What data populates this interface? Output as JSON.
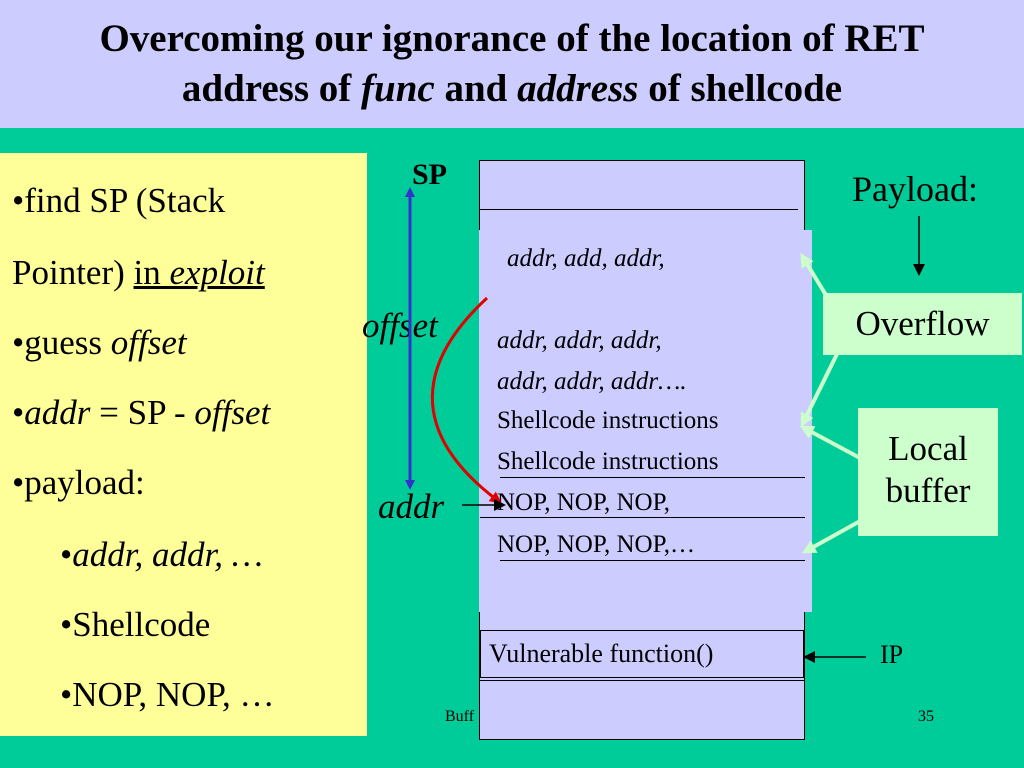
{
  "title": {
    "line1": "Overcoming our ignorance of the location of RET",
    "line2_a": "address of ",
    "line2_func": "func",
    "line2_b": " and ",
    "line2_address": "address",
    "line2_c": " of shellcode"
  },
  "bullets": {
    "b1_a": "•find SP (Stack",
    "b1_b": "Pointer) ",
    "b1_in": "in ",
    "b1_exploit": "exploit",
    "b2_a": "•guess ",
    "b2_offset": "offset",
    "b3_bullet": "•",
    "b3_addr": "addr",
    "b3_mid": " = SP - ",
    "b3_offset": "offset",
    "b4": "•payload:",
    "sub1_bullet": "•",
    "sub1_text": "addr, addr, …",
    "sub2": "•Shellcode",
    "sub3": "•NOP, NOP, …"
  },
  "diagram": {
    "sp_label": "SP",
    "offset_label": "offset",
    "addr_label": "addr",
    "payload_lines": [
      "addr, add, addr,",
      "addr, addr, addr,",
      "addr, addr, addr….",
      "Shellcode instructions",
      "Shellcode instructions",
      "NOP, NOP, NOP,",
      "NOP, NOP, NOP,…"
    ],
    "vulnerable_function": "Vulnerable function()",
    "ip_label": "IP",
    "payload_label": "Payload:",
    "overflow_label": "Overflow",
    "local_buffer_label_1": "Local",
    "local_buffer_label_2": "buffer"
  },
  "footer": {
    "text": "Buff",
    "slide_number": "35"
  },
  "colors": {
    "background": "#00cc99",
    "title_bg": "#ccccff",
    "bullet_panel": "#ffff99",
    "stack": "#ccccff",
    "callout": "#ccffcc",
    "offset_arrow": "#3333cc",
    "red_curve": "#e00000"
  }
}
